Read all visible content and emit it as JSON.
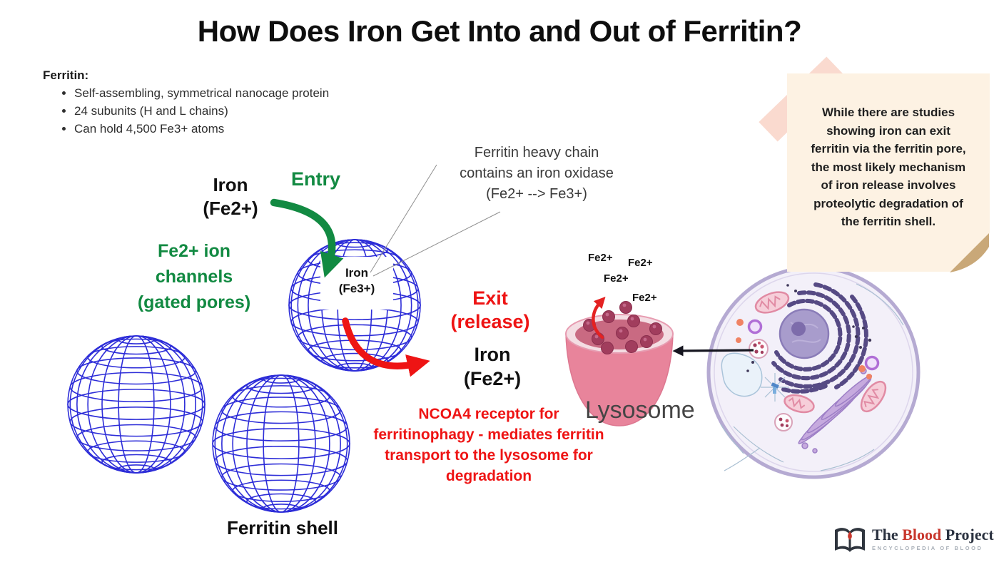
{
  "title": "How Does Iron Get Into and Out of Ferritin?",
  "info": {
    "heading": "Ferritin:",
    "bullets": [
      "Self-assembling, symmetrical nanocage protein",
      "24 subunits (H and L chains)",
      "Can hold 4,500 Fe3+ atoms"
    ]
  },
  "sticky_note": {
    "text": "While there are studies showing iron can exit ferritin via the ferritin pore, the most likely mechanism of iron release involves proteolytic degradation of the ferritin shell."
  },
  "entry": {
    "label": "Entry",
    "iron_in": "Iron\n(Fe2+)",
    "channels": "Fe2+ ion\nchannels\n(gated pores)"
  },
  "oxidase_note": "Ferritin heavy chain\ncontains an iron oxidase\n(Fe2+ --> Fe3+)",
  "sphere_core": "Iron\n(Fe3+)",
  "exit": {
    "label": "Exit\n(release)",
    "iron_out": "Iron\n(Fe2+)",
    "ncoa4": "NCOA4 receptor for\nferritinophagy - mediates ferritin\ntransport to the lysosome for\ndegradation"
  },
  "lysosome": {
    "label": "Lysosome",
    "ions": [
      "Fe2+",
      "Fe2+",
      "Fe2+",
      "Fe2+"
    ]
  },
  "ferritin_shell_label": "Ferritin shell",
  "logo": {
    "word1": "The",
    "word2": "Blood",
    "word3": "Project",
    "tagline": "ENCYCLOPEDIA OF BLOOD"
  },
  "colors": {
    "green": "#128a42",
    "red": "#ee1414",
    "globe_blue": "#2d2dd8",
    "note_bg": "#fdf2e3",
    "note_fold": "#c9a878",
    "tape_pink": "#f9d3c7",
    "lysosome_pink": "#e8849b",
    "logo_red": "#c8372d",
    "logo_dark": "#2b3240"
  }
}
